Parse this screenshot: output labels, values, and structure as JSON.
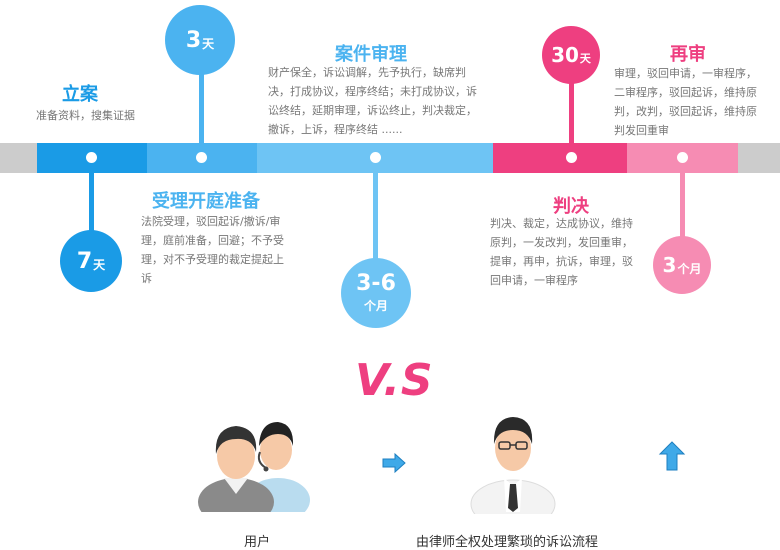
{
  "stages": {
    "lian": {
      "title": "立案",
      "desc": "准备资料，搜集证据",
      "days_num": "7",
      "days_unit": "天"
    },
    "shouli": {
      "title": "受理开庭准备",
      "desc": "法院受理，驳回起诉/撤诉/审理，庭前准备，回避；不予受理，对不予受理的裁定提起上诉",
      "days_num": "3",
      "days_unit": "天"
    },
    "shenli": {
      "title": "案件审理",
      "desc": "财产保全，诉讼调解，先予执行，缺席判决，打成协议，程序终结；未打成协议，诉讼终结，延期审理，诉讼终止，判决裁定，撤诉，上诉，程序终结 ......",
      "days_num": "3-6",
      "days_unit": "个月"
    },
    "panjue": {
      "title": "判决",
      "desc": "判决、裁定，达成协议，维持原判，一发改判，发回重审，提审，再申，抗诉，审理，驳回申请，一审程序",
      "days_num": "30",
      "days_unit": "天"
    },
    "zaishen": {
      "title": "再审",
      "desc": "审理，驳回申请，一审程序，二审程序，驳回起诉，维持原判，改判，驳回起诉，维持原判发回重审",
      "days_num": "3",
      "days_unit": "个月"
    }
  },
  "vs": "V.S",
  "bottom": {
    "user_label": "用户",
    "lawyer_label": "由律师全权处理繁琐的诉讼流程"
  },
  "colors": {
    "blue_dark": "#1a9be6",
    "blue_mid": "#4bb3f0",
    "blue_light": "#6ec4f4",
    "pink_dark": "#ee3f80",
    "pink_light": "#f68cb3",
    "track": "#cccccc"
  }
}
